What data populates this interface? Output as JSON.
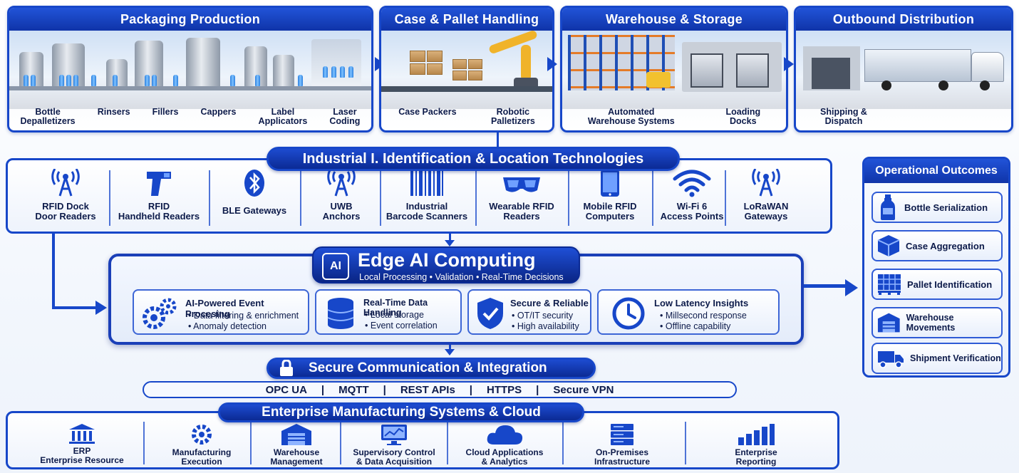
{
  "stages": [
    {
      "title": "Packaging Production",
      "labels": [
        "Bottle\nDepalletizers",
        "Rinsers",
        "Fillers",
        "Cappers",
        "Label\nApplicators",
        "Laser\nCoding"
      ]
    },
    {
      "title": "Case & Pallet Handling",
      "labels": [
        "Case Packers",
        "Robotic\nPalletizers"
      ]
    },
    {
      "title": "Warehouse & Storage",
      "labels": [
        "Automated\nWarehouse Systems",
        "Loading\nDocks"
      ]
    },
    {
      "title": "Outbound Distribution",
      "labels": [
        "Shipping &\nDispatch"
      ]
    }
  ],
  "tech": {
    "title": "Industrial I. Identification & Location Technologies",
    "items": [
      {
        "label": "RFID Dock\nDoor Readers",
        "icon": "rfid-antenna-icon"
      },
      {
        "label": "RFID\nHandheld Readers",
        "icon": "handheld-scanner-icon"
      },
      {
        "label": "BLE Gateways",
        "icon": "bluetooth-icon"
      },
      {
        "label": "UWB\nAnchors",
        "icon": "uwb-antenna-icon"
      },
      {
        "label": "Industrial\nBarcode Scanners",
        "icon": "barcode-icon"
      },
      {
        "label": "Wearable RFID\nReaders",
        "icon": "smart-glasses-icon"
      },
      {
        "label": "Mobile RFID\nComputers",
        "icon": "tablet-icon"
      },
      {
        "label": "Wi-Fi 6\nAccess Points",
        "icon": "wifi-icon"
      },
      {
        "label": "LoRaWAN\nGateways",
        "icon": "lorawan-antenna-icon"
      }
    ]
  },
  "edge": {
    "chip_label": "AI",
    "title": "Edge AI Computing",
    "subtitle": "Local Processing • Validation • Real-Time Decisions",
    "cards": [
      {
        "title": "AI-Powered Event Procesing",
        "bullets": [
          "Data filtering & enrichment",
          "Anomaly detection"
        ],
        "icon": "gears-icon"
      },
      {
        "title": "Real-Time Data Handling",
        "bullets": [
          "Local storage",
          "Event correlation"
        ],
        "icon": "database-icon"
      },
      {
        "title": "Secure & Reliable",
        "bullets": [
          "OT/IT security",
          "High availability"
        ],
        "icon": "shield-icon"
      },
      {
        "title": "Low Latency Insights",
        "bullets": [
          "Millsecond response",
          "Offline capability"
        ],
        "icon": "clock-icon"
      }
    ]
  },
  "comms": {
    "title": "Secure Communication & Integration",
    "protocols": [
      "OPC UA",
      "MQTT",
      "REST APIs",
      "HTTPS",
      "Secure VPN"
    ]
  },
  "enterprise": {
    "title": "Enterprise Manufacturing Systems & Cloud",
    "items": [
      {
        "label": "ERP\nEnterprise Resource",
        "icon": "building-icon"
      },
      {
        "label": "Manufacturing\nExecution",
        "icon": "gear-icon"
      },
      {
        "label": "Warehouse\nManagement",
        "icon": "warehouse-icon"
      },
      {
        "label": "Supervisory Control\n& Data Acquisition",
        "icon": "monitor-icon"
      },
      {
        "label": "Cloud Applications\n& Analytics",
        "icon": "cloud-icon"
      },
      {
        "label": "On-Premises\nInfrastructure",
        "icon": "server-icon"
      },
      {
        "label": "Enterprise\nReporting",
        "icon": "bar-chart-icon"
      }
    ]
  },
  "outcomes": {
    "title": "Operational Outcomes",
    "items": [
      {
        "label": "Bottle Serialization",
        "icon": "bottle-icon"
      },
      {
        "label": "Case Aggregation",
        "icon": "cube-icon"
      },
      {
        "label": "Pallet Identification",
        "icon": "pallet-icon"
      },
      {
        "label": "Warehouse Movements",
        "icon": "warehouse-icon"
      },
      {
        "label": "Shipment Verification",
        "icon": "truck-icon"
      }
    ]
  },
  "colors": {
    "primary": "#1747c9",
    "dark": "#0b2a94",
    "text": "#0d1b4a"
  }
}
